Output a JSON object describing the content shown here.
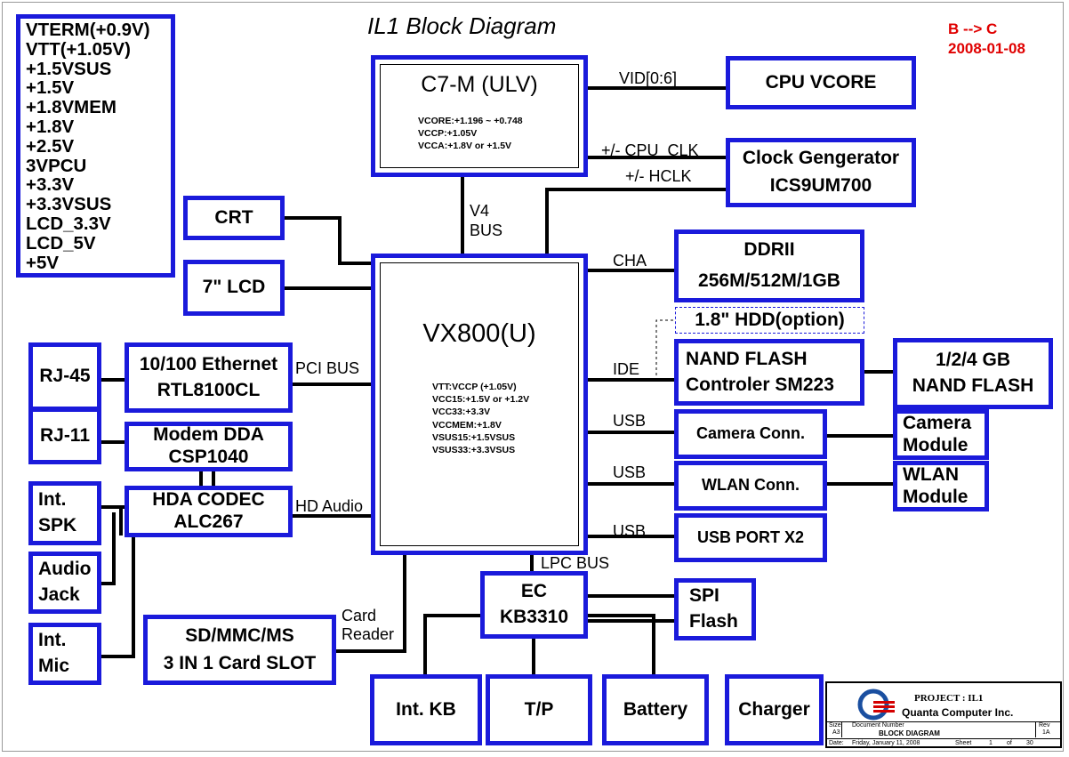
{
  "title": "IL1 Block Diagram",
  "revision": {
    "line1": "B --> C",
    "line2": "2008-01-08"
  },
  "power_rails": [
    "VTERM(+0.9V)",
    "VTT(+1.05V)",
    "+1.5VSUS",
    "+1.5V",
    "+1.8VMEM",
    "+1.8V",
    "+2.5V",
    "3VPCU",
    "+3.3V",
    "+3.3VSUS",
    "LCD_3.3V",
    "LCD_5V",
    "+5V"
  ],
  "cpu": {
    "name": "C7-M (ULV)",
    "specs": [
      "VCORE:+1.196 ~ +0.748",
      "VCCP:+1.05V",
      "VCCA:+1.8V or +1.5V"
    ]
  },
  "chipset": {
    "name": "VX800(U)",
    "specs": [
      "VTT:VCCP (+1.05V)",
      "VCC15:+1.5V or +1.2V",
      "VCC33:+3.3V",
      "VCCMEM:+1.8V",
      "VSUS15:+1.5VSUS",
      "VSUS33:+3.3VSUS"
    ]
  },
  "blocks": {
    "cpu_vcore": "CPU VCORE",
    "clock": [
      "Clock Gengerator",
      "ICS9UM700"
    ],
    "ddr": [
      "DDRII",
      "256M/512M/1GB"
    ],
    "hdd": "1.8\" HDD(option)",
    "nand_ctrl": [
      "NAND FLASH",
      "Controler SM223"
    ],
    "nand_flash": [
      "1/2/4 GB",
      "NAND FLASH"
    ],
    "camera_conn": "Camera Conn.",
    "camera_module": [
      "Camera",
      "Module"
    ],
    "wlan_conn": "WLAN Conn.",
    "wlan_module": [
      "WLAN",
      "Module"
    ],
    "usb_port": "USB PORT X2",
    "crt": "CRT",
    "lcd": "7\" LCD",
    "rj45": "RJ-45",
    "ethernet": [
      "10/100 Ethernet",
      "RTL8100CL"
    ],
    "rj11": "RJ-11",
    "modem": [
      "Modem DDA",
      "CSP1040"
    ],
    "spk": [
      "Int.",
      "SPK"
    ],
    "codec": [
      "HDA CODEC",
      "ALC267"
    ],
    "audio_jack": [
      "Audio",
      "Jack"
    ],
    "mic": [
      "Int.",
      "Mic"
    ],
    "card_slot": [
      "SD/MMC/MS",
      "3 IN 1 Card SLOT"
    ],
    "ec": [
      "EC",
      "KB3310"
    ],
    "spi": [
      "SPI",
      "Flash"
    ],
    "kb": "Int. KB",
    "tp": "T/P",
    "battery": "Battery",
    "charger": "Charger"
  },
  "bus_labels": {
    "vid": "VID[0:6]",
    "cpu_clk": "+/- CPU_CLK",
    "hclk": "+/- HCLK",
    "v4_bus": [
      "V4",
      "BUS"
    ],
    "cha": "CHA",
    "ide": "IDE",
    "usb": "USB",
    "pci_bus": "PCI BUS",
    "hd_audio": "HD Audio",
    "lpc_bus": "LPC BUS",
    "card_reader": [
      "Card",
      "Reader"
    ]
  },
  "title_block": {
    "project": "PROJECT : IL1",
    "company": "Quanta Computer Inc.",
    "size_label": "Size",
    "size": "A3",
    "doc_label": "Document Number",
    "doc": "BLOCK DIAGRAM",
    "rev_label": "Rev",
    "rev": "1A",
    "date_label": "Date:",
    "date": "Friday, January 11, 2008",
    "sheet_label": "Sheet",
    "sheet": "1",
    "of_label": "of",
    "of": "30"
  },
  "colors": {
    "block_border": "#1a1adb",
    "revision": "#e00000",
    "logo_red": "#d40000",
    "logo_blue": "#1a4fa0"
  }
}
